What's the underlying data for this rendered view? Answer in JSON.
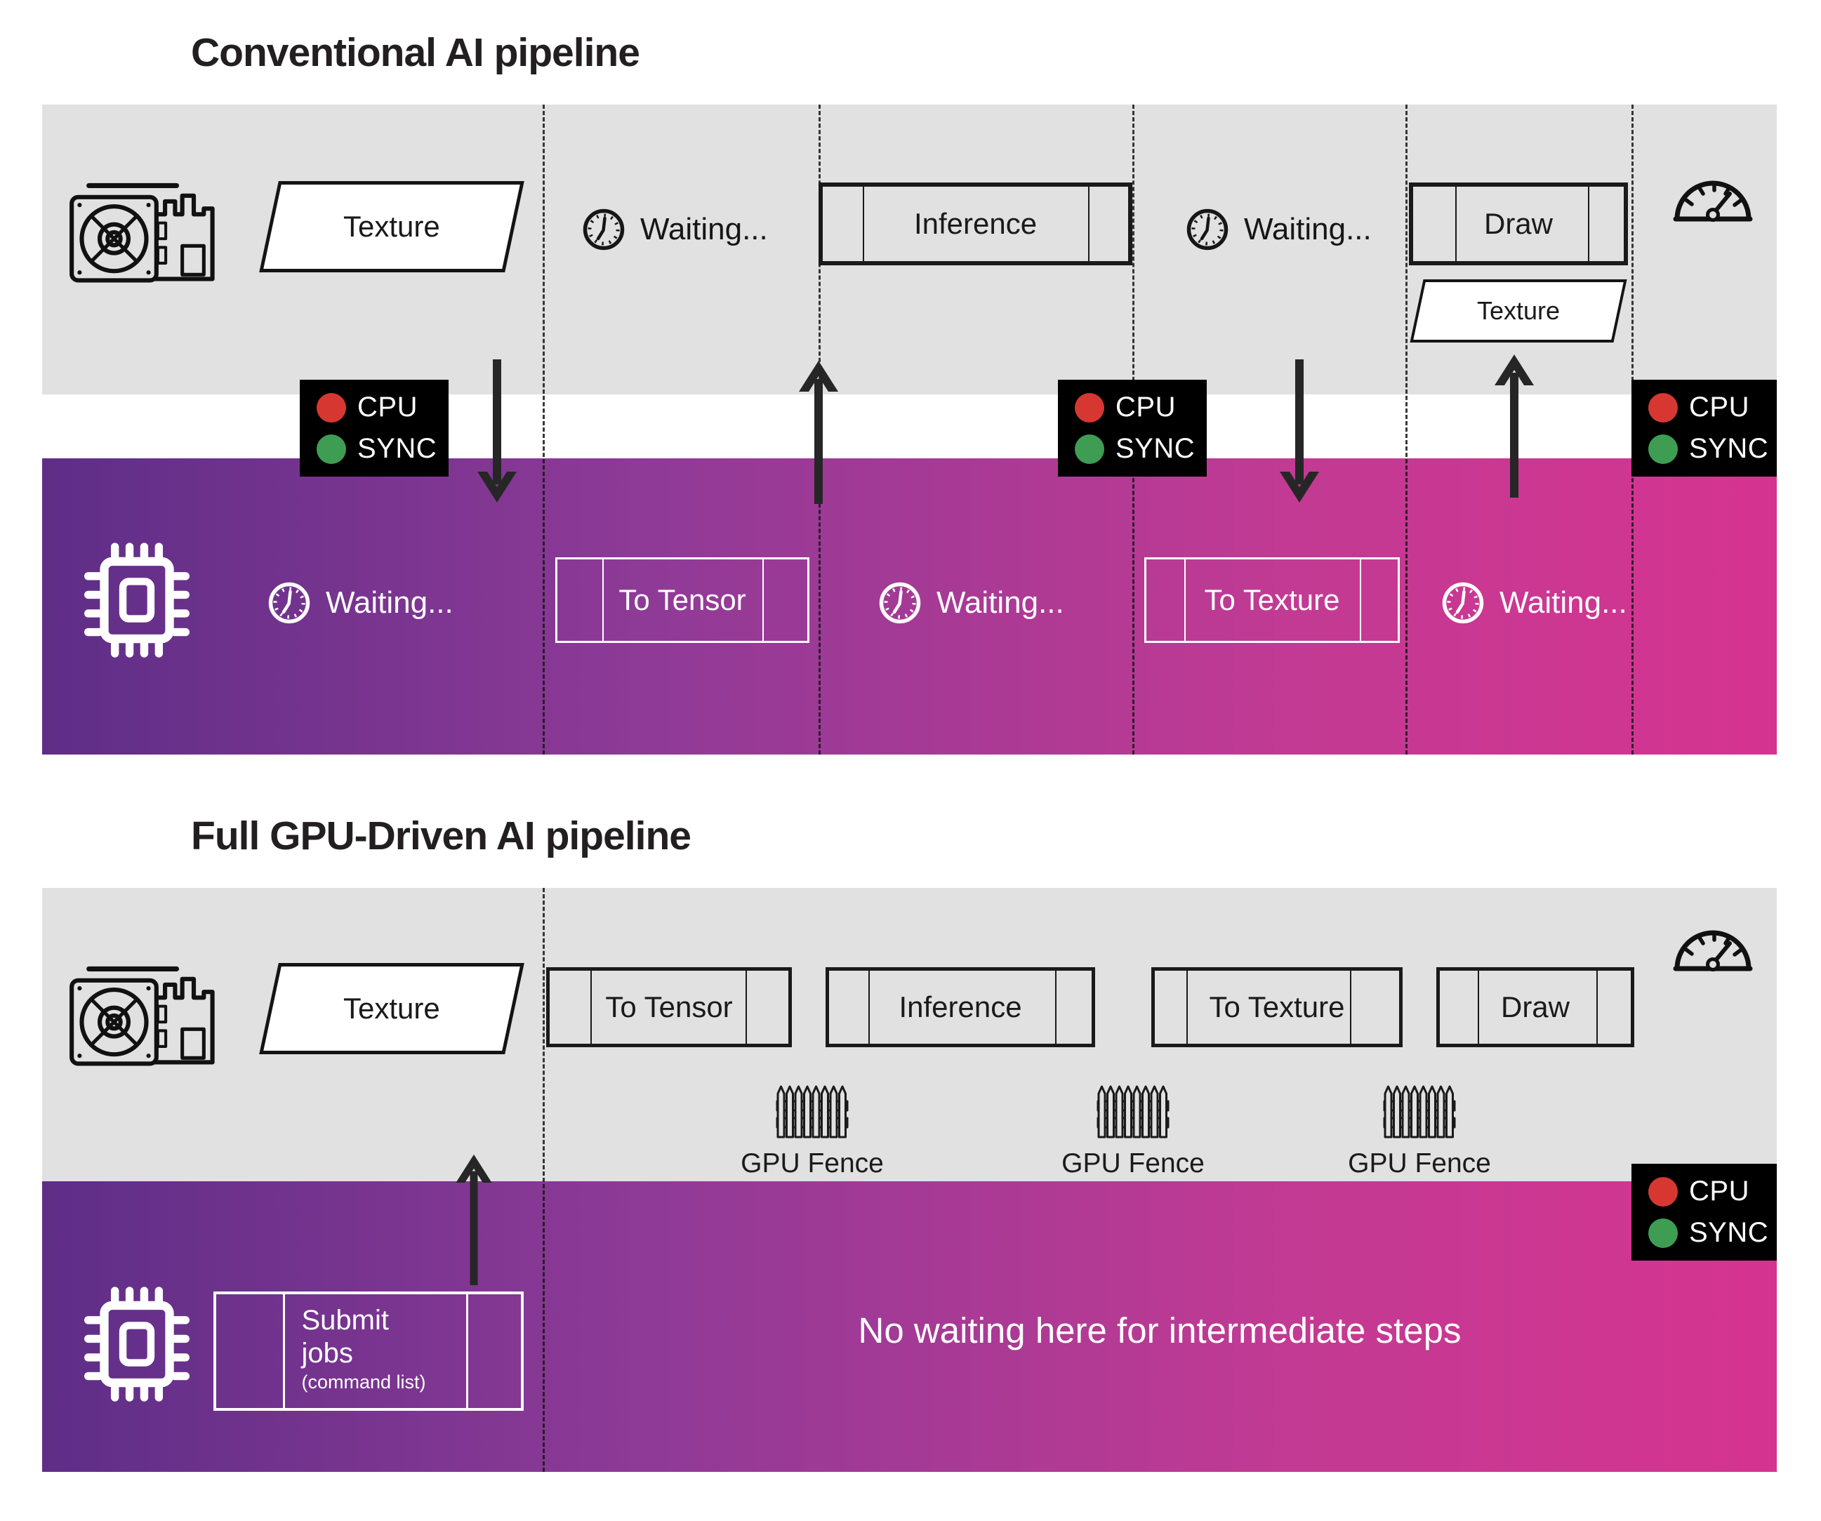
{
  "colors": {
    "band_gray": "#E1E1E1",
    "lane_purple_1": "#5E2E87",
    "lane_purple_2": "#8F3A97",
    "lane_purple_3": "#C23A93",
    "lane_purple_4": "#D53490",
    "ink": "#1A1A1A",
    "badge_bg": "#000000",
    "badge_red": "#D63831",
    "badge_green": "#3E9D53"
  },
  "diagram1": {
    "title": "Conventional AI pipeline",
    "gpu_lane": {
      "texture": "Texture",
      "waiting1": "Waiting...",
      "inference": "Inference",
      "waiting2": "Waiting...",
      "draw": "Draw",
      "texture_out": "Texture"
    },
    "cpu_lane": {
      "waiting1": "Waiting...",
      "to_tensor": "To Tensor",
      "waiting2": "Waiting...",
      "to_texture": "To Texture",
      "waiting3": "Waiting..."
    }
  },
  "diagram2": {
    "title": "Full GPU-Driven AI pipeline",
    "gpu_lane": {
      "texture": "Texture",
      "to_tensor": "To Tensor",
      "inference": "Inference",
      "to_texture": "To Texture",
      "draw": "Draw"
    },
    "fence_label": "GPU Fence",
    "cpu_lane": {
      "submit_line1": "Submit",
      "submit_line2": "jobs",
      "submit_note": "(command list)",
      "no_waiting": "No waiting here for intermediate steps"
    }
  },
  "badge": {
    "cpu": "CPU",
    "sync": "SYNC"
  },
  "icons": {
    "gpu_card_icon": "discrete GPU card with cooling fan",
    "cpu_chip_icon": "CPU chip with pins",
    "clock_icon": "clock (waiting)",
    "speedometer_icon": "speedometer gauge",
    "gpu_fence_icon": "picket fence (GPU fence)",
    "sync_arrow": "vertical sync arrow"
  }
}
